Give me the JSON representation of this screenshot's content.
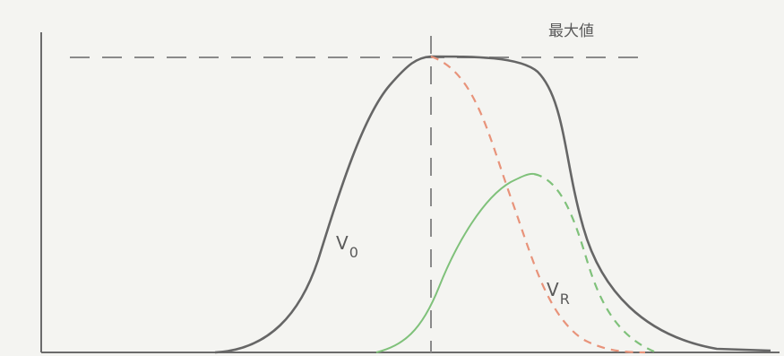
{
  "labels": {
    "max_value": "最大値",
    "v0_main": "V",
    "v0_sub": "0",
    "vr_main": "V",
    "vr_sub": "R"
  },
  "colors": {
    "background": "#f4f4f1",
    "axis": "#6b6b6b",
    "guide": "#8a8a8a",
    "v0_curve": "#666666",
    "orange_dashed_curve": "#e8937a",
    "green_curve": "#7fc17a"
  }
}
